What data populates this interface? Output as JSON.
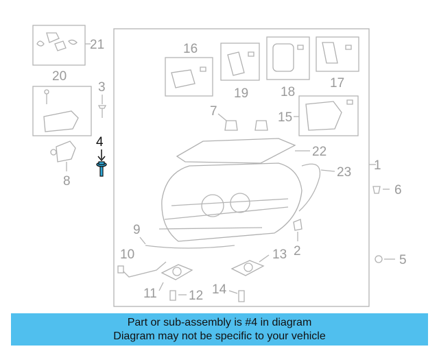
{
  "callouts": {
    "c1": "1",
    "c2": "2",
    "c3": "3",
    "c4": "4",
    "c5": "5",
    "c6": "6",
    "c7": "7",
    "c8": "8",
    "c9": "9",
    "c10": "10",
    "c11": "11",
    "c12": "12",
    "c13": "13",
    "c14": "14",
    "c15": "15",
    "c16": "16",
    "c17": "17",
    "c18": "18",
    "c19": "19",
    "c20": "20",
    "c21": "21",
    "c22": "22",
    "c23": "23"
  },
  "highlighted_part": "4",
  "colors": {
    "banner": "#50bfee",
    "highlight": "#111111",
    "part_outline": "#b4b4b4"
  },
  "banner": {
    "line1": "Part or sub-assembly is #4 in diagram",
    "line2": "Diagram may not be specific to your vehicle"
  }
}
